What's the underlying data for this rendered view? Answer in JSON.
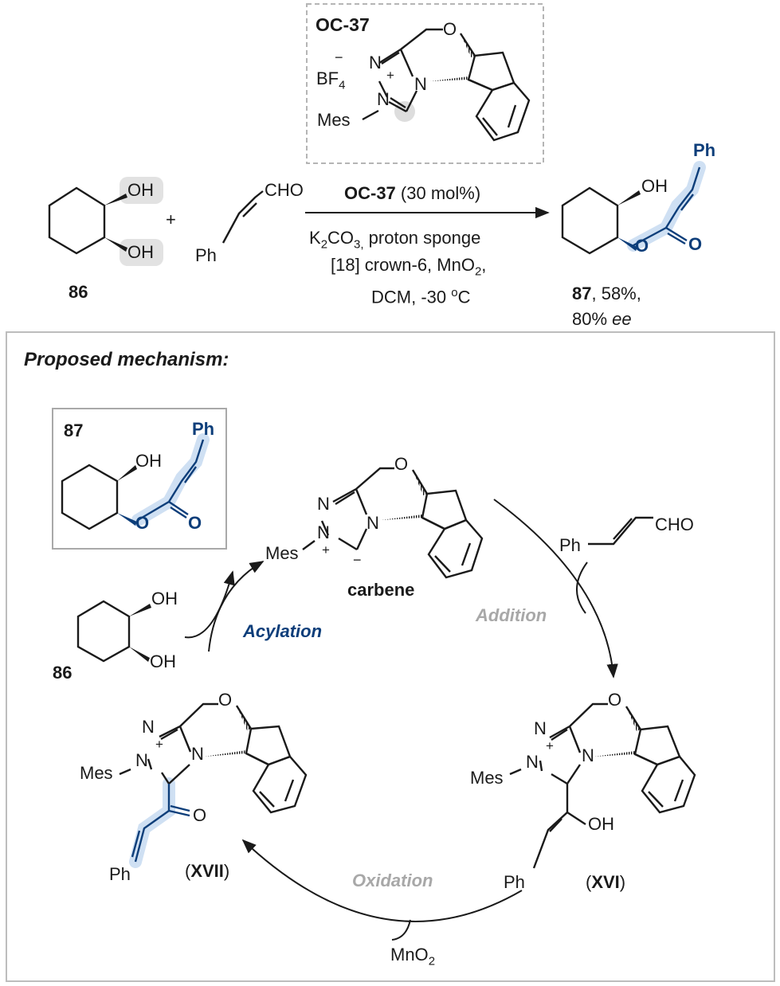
{
  "scheme": {
    "catalyst_box": {
      "label": "OC-37",
      "counter_anion_charge": "−",
      "counter_anion": "BF",
      "counter_anion_sub": "4",
      "n1": "N",
      "n2": "N",
      "n3": "N",
      "charge": "+",
      "o": "O",
      "mes": "Mes"
    },
    "diol": {
      "oh1": "OH",
      "oh2": "OH",
      "label": "86",
      "plus": "+"
    },
    "aldehyde": {
      "cho": "CHO",
      "ph": "Ph"
    },
    "conditions": {
      "cat_label": "OC-37",
      "cat_loading": "(30 mol%)",
      "line2_a": "K",
      "line2_sub1": "2",
      "line2_b": "CO",
      "line2_sub2": "3,",
      "line2_c": " proton sponge",
      "line3_a": "[18] crown-6, MnO",
      "line3_sub": "2",
      "line3_b": ",",
      "line4_a": "DCM, -30 ",
      "line4_sup": "o",
      "line4_b": "C"
    },
    "product": {
      "ph": "Ph",
      "oh": "OH",
      "o_ester": "O",
      "o_carbonyl": "O",
      "label": "87",
      "yield": ", 58%,",
      "ee_value": "80% ",
      "ee_unit": "ee"
    }
  },
  "mechanism": {
    "title": "Proposed mechanism:",
    "product_box": {
      "label": "87",
      "ph": "Ph",
      "oh": "OH",
      "o_ester": "O",
      "o_carbonyl": "O"
    },
    "carbene": {
      "label": "carbene",
      "mes": "Mes",
      "n1": "N",
      "n2": "N",
      "n3": "N",
      "o": "O",
      "plus": "+",
      "minus": "−"
    },
    "cinnamaldehyde": {
      "ph": "Ph",
      "cho": "CHO"
    },
    "addition_label": "Addition",
    "acylation_label": "Acylation",
    "oxidation_label": "Oxidation",
    "diol": {
      "oh1": "OH",
      "oh2": "OH",
      "label": "86"
    },
    "xvi": {
      "label_open": "(",
      "label": "XVI",
      "label_close": ")",
      "mes": "Mes",
      "n1": "N",
      "n2": "N",
      "n3": "N",
      "o": "O",
      "plus": "+",
      "oh": "OH",
      "ph": "Ph"
    },
    "xvii": {
      "label_open": "(",
      "label": "XVII",
      "label_close": ")",
      "mes": "Mes",
      "n1": "N",
      "n2": "N",
      "n3": "N",
      "o": "O",
      "plus": "+",
      "o_carbonyl": "O",
      "ph": "Ph"
    },
    "oxidant": {
      "a": "MnO",
      "sub": "2"
    }
  }
}
